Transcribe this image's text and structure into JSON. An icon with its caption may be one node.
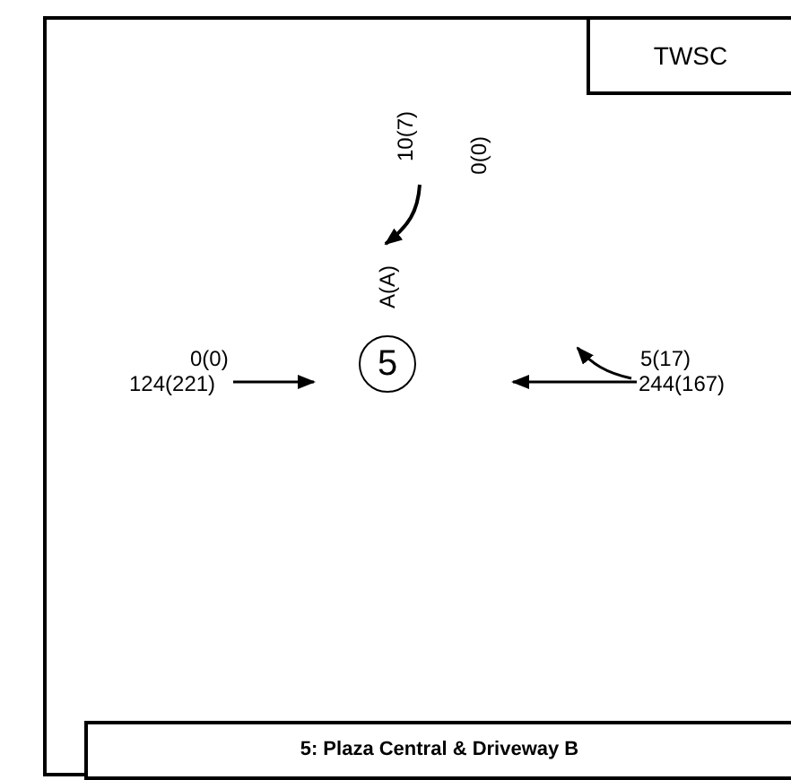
{
  "diagram": {
    "nodes": [
      {
        "text": [],
        "shape": "box"
      },
      {
        "text": [
          "TWSC"
        ],
        "in": 0
      },
      {
        "text": [
          "5"
        ],
        "in": 0
      },
      {
        "text": [
          "5: Plaza Central & Driveway B"
        ]
      }
    ],
    "labels": [
      "10(7)",
      "0(0)",
      "A(A)",
      "0(0)",
      "5(17)",
      "124(221)",
      "244(167)"
    ]
  }
}
